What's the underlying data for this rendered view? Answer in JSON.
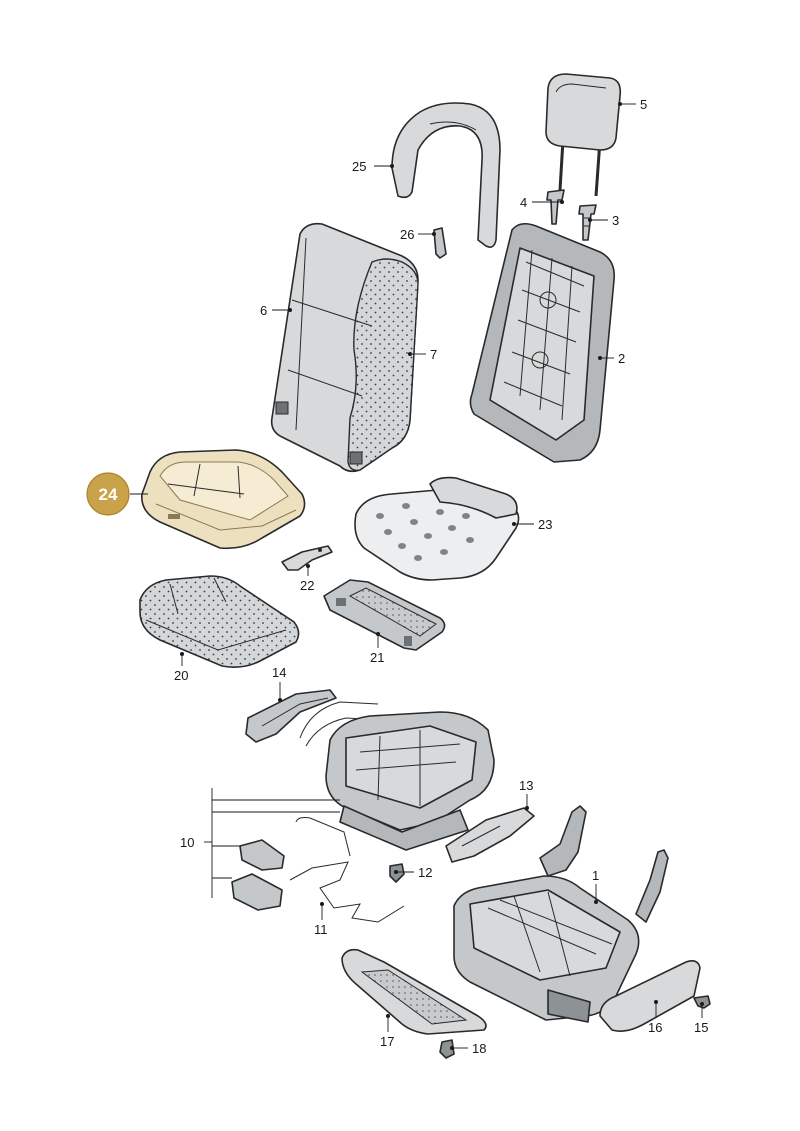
{
  "highlight": {
    "part_number": "24",
    "color": "#c9a24a",
    "part_fill": "#ede0bf"
  },
  "callouts": {
    "c1": "1",
    "c2": "2",
    "c3": "3",
    "c4": "4",
    "c5": "5",
    "c6": "6",
    "c7": "7",
    "c10": "10",
    "c11": "11",
    "c12": "12",
    "c13": "13",
    "c14": "14",
    "c15": "15",
    "c16": "16",
    "c17": "17",
    "c18": "18",
    "c20": "20",
    "c21": "21",
    "c22": "22",
    "c23": "23",
    "c25": "25",
    "c26": "26"
  }
}
